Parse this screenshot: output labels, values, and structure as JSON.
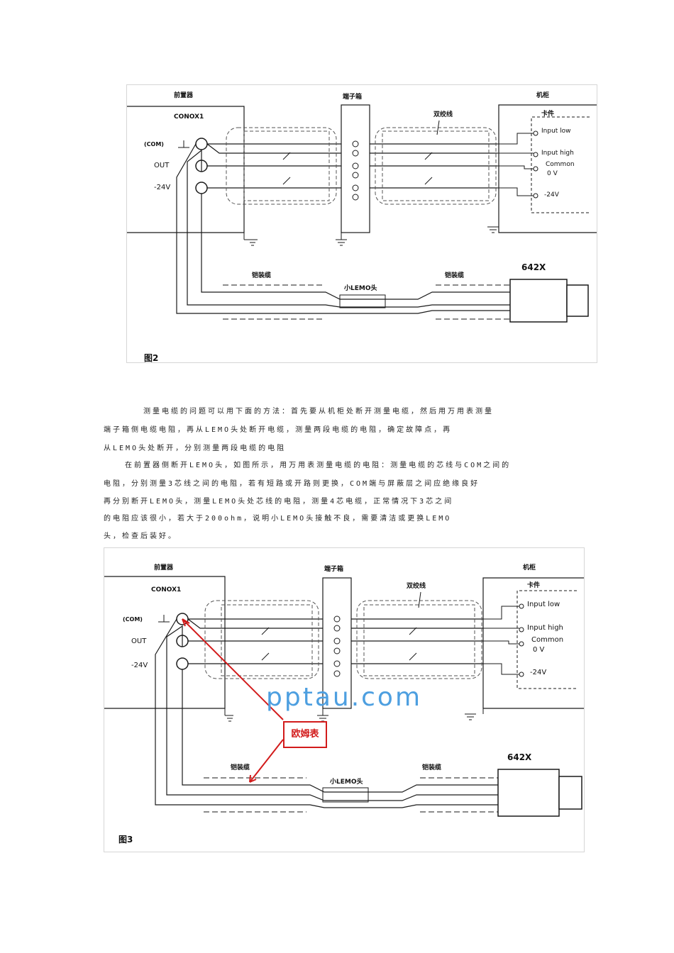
{
  "figure1": {
    "caption": "图2",
    "preamp_title": "前置器",
    "conox": "CONOX1",
    "com_label": "(COM)",
    "out_label": "OUT",
    "neg24_label": "-24V",
    "terminal_box": "端子箱",
    "twisted_pair": "双绞线",
    "cabinet": "机柜",
    "card": "卡件",
    "input_low": "Input low",
    "input_high": "Input high",
    "common": "Common",
    "zero_v": "0 V",
    "cab_neg24": "-24V",
    "armored_left": "铠装缆",
    "armored_right": "铠装缆",
    "small_lemo": "小LEMO头",
    "probe": "642X"
  },
  "text_lines": [
    "测量电缆的问题可以用下面的方法：首先要从机柜处断开测量电缆，然后用万用表测量",
    "端子箱侧电缆电阻，再从LEMO头处断开电缆，测量两段电缆的电阻，确定故障点，再",
    "从LEMO头处断开，分别测量两段电缆的电阻",
    "在前置器侧断开LEMO头，如图所示，用万用表测量电缆的电阻：测量电缆的芯线与COM之间的",
    "电阻，分别测量3芯线之间的电阻，若有短路或开路则更换，COM端与屏蔽层之间应绝缘良好",
    "再分别断开LEMO头，测量LEMO头处芯线的电阻，测量4芯电缆，正常情况下3芯之间",
    "的电阻应该很小，若大于200ohm，说明小LEMO头接触不良，需要清洁或更换LEMO",
    "头，检查后装好。"
  ],
  "figure2": {
    "caption": "图3",
    "preamp_title": "前置器",
    "conox": "CONOX1",
    "com_label": "(COM)",
    "out_label": "OUT",
    "neg24_label": "-24V",
    "terminal_box": "端子箱",
    "twisted_pair": "双绞线",
    "cabinet": "机柜",
    "card": "卡件",
    "input_low": "Input low",
    "input_high": "Input high",
    "common": "Common",
    "zero_v": "0 V",
    "cab_neg24": "-24V",
    "armored_left": "铠装缆",
    "armored_right": "铠装缆",
    "small_lemo": "小LEMO头",
    "probe": "642X",
    "watermark": "pptau.com",
    "ohmmeter": "欧姆表"
  },
  "colors": {
    "line": "#1a1a1a",
    "dash": "#555555",
    "red": "#d21b1b",
    "watermark": "#4d9fe0"
  }
}
